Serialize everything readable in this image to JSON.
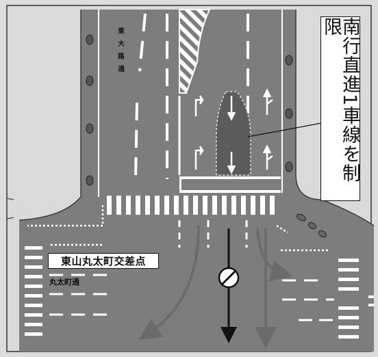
{
  "map": {
    "restriction_label": "南行直進1車線を制限",
    "intersection_label": "東山丸太町交差点",
    "north_road_label": "東大路通",
    "west_road_label": "丸太町通"
  },
  "colors": {
    "road": "#7d7d7d",
    "median_fill": "#5c5c5c",
    "sidewalk": "#dadada",
    "marking": "#ffffff",
    "arrow": "#6b6b6b",
    "straight_arrow": "#111111"
  },
  "icons": [
    "no-entry-sign-icon",
    "tree-icon",
    "lane-arrow-icon"
  ]
}
